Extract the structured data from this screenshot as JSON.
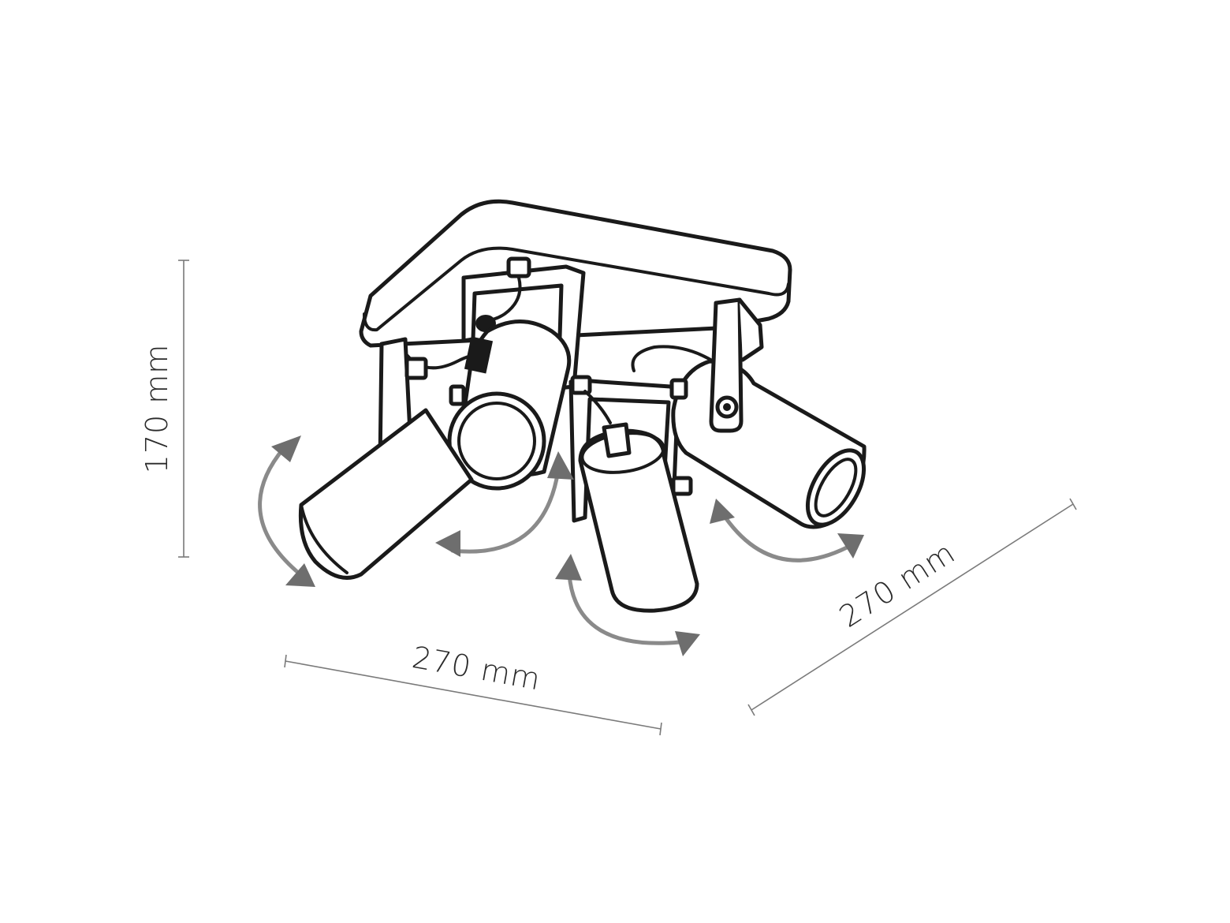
{
  "dimensions": {
    "height_label": "170 mm",
    "width_label": "270 mm",
    "depth_label": "270 mm"
  },
  "colors": {
    "line": "#1a1a1a",
    "dimension": "#7a7a7a",
    "rotation_arrow": "#6e6e6e"
  }
}
